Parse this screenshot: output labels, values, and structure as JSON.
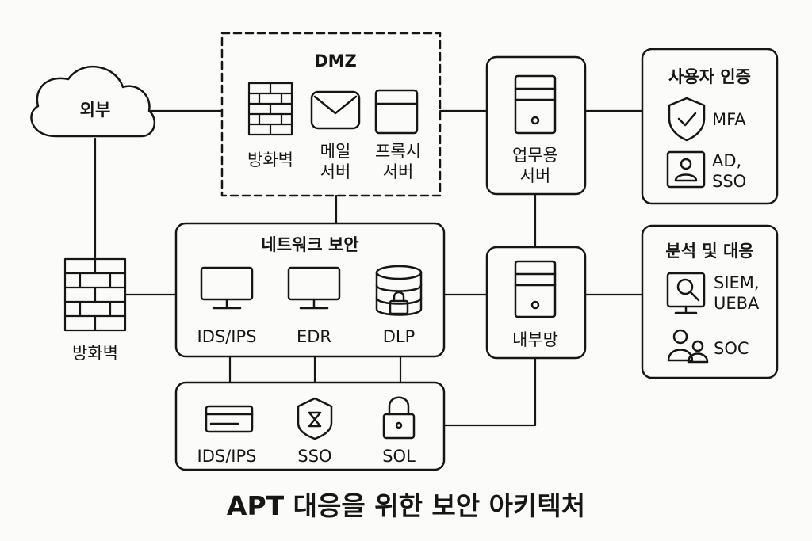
{
  "title": "APT 대응을 위한 보안 아키텍처",
  "external": {
    "label": "외부"
  },
  "outer_firewall": {
    "label": "방화벽"
  },
  "dmz": {
    "title": "DMZ",
    "items": [
      {
        "label": "방화벽",
        "icon": "firewall-icon"
      },
      {
        "label": "메일\n서버",
        "icon": "mail-icon"
      },
      {
        "label": "프록시\n서버",
        "icon": "proxy-icon"
      }
    ]
  },
  "network_security": {
    "title": "네트워크 보안",
    "items": [
      {
        "label": "IDS/IPS",
        "icon": "monitor-icon"
      },
      {
        "label": "EDR",
        "icon": "monitor-icon"
      },
      {
        "label": "DLP",
        "icon": "database-lock-icon"
      }
    ]
  },
  "bottom_group": {
    "items": [
      {
        "label": "IDS/IPS",
        "icon": "card-icon"
      },
      {
        "label": "SSO",
        "icon": "shield-hourglass-icon"
      },
      {
        "label": "SOL",
        "icon": "lock-icon"
      }
    ]
  },
  "business_server": {
    "label": "업무용\n서버"
  },
  "internal_network": {
    "label": "내부망"
  },
  "user_auth": {
    "title": "사용자 인증",
    "items": [
      {
        "label": "MFA",
        "icon": "shield-check-icon"
      },
      {
        "label": "AD,\nSSO",
        "icon": "id-card-icon"
      }
    ]
  },
  "analysis": {
    "title": "분석 및 대응",
    "items": [
      {
        "label": "SIEM,\nUEBA",
        "icon": "magnifier-monitor-icon"
      },
      {
        "label": "SOC",
        "icon": "users-icon"
      }
    ]
  }
}
